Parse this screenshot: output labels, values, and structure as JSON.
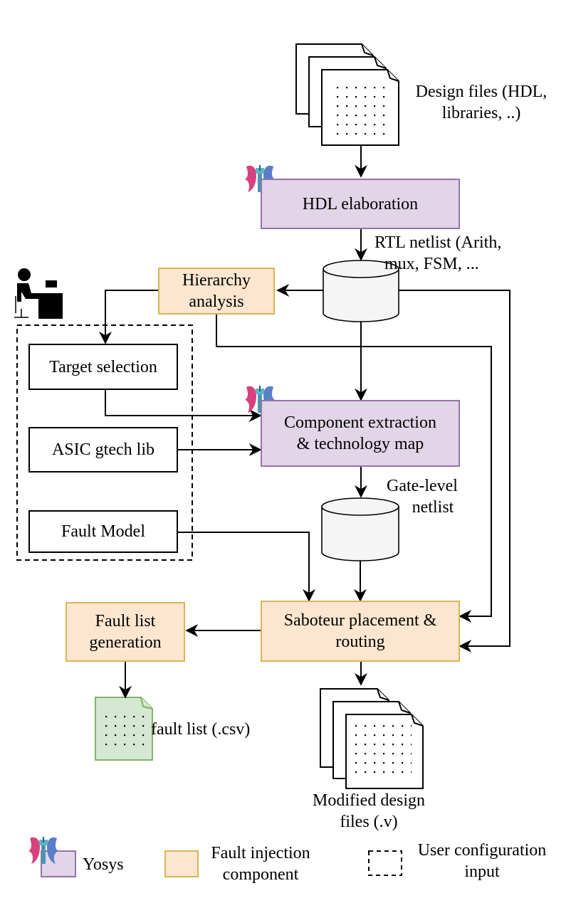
{
  "colors": {
    "yosys_fill": "#e1d5e7",
    "yosys_stroke": "#9673a6",
    "fault_fill": "#fce6cf",
    "fault_stroke": "#d6b656",
    "csv_fill": "#d5e8d4",
    "csv_stroke": "#82b366",
    "db_fill": "#f5f5f5",
    "line": "#000000"
  },
  "icons": {
    "yosys": "yosys-logo-icon",
    "user": "person-at-desk-icon",
    "document": "document-stack-icon",
    "database": "database-cylinder-icon"
  },
  "labels": {
    "design_files": [
      "Design files (HDL,",
      "libraries, ..)"
    ],
    "rtl_netlist": [
      "RTL netlist (Arith,",
      "mux, FSM, ..."
    ],
    "gate_netlist": [
      "Gate-level",
      "netlist"
    ],
    "fault_list_file": "fault list (.csv)",
    "modified_files": [
      "Modified design",
      "files (.v)"
    ]
  },
  "nodes": {
    "hdl_elaboration": "HDL elaboration",
    "hierarchy_analysis": [
      "Hierarchy",
      "analysis"
    ],
    "target_selection": "Target selection",
    "asic_gtech_lib": "ASIC gtech lib",
    "fault_model": "Fault Model",
    "component_extraction": [
      "Component extraction",
      "& technology map"
    ],
    "saboteur_placement": [
      "Saboteur placement &",
      "routing"
    ],
    "fault_list_generation": [
      "Fault list",
      "generation"
    ]
  },
  "legend": {
    "yosys": "Yosys",
    "fault_injection": [
      "Fault injection",
      "component"
    ],
    "user_config": [
      "User configuration",
      "input"
    ]
  }
}
